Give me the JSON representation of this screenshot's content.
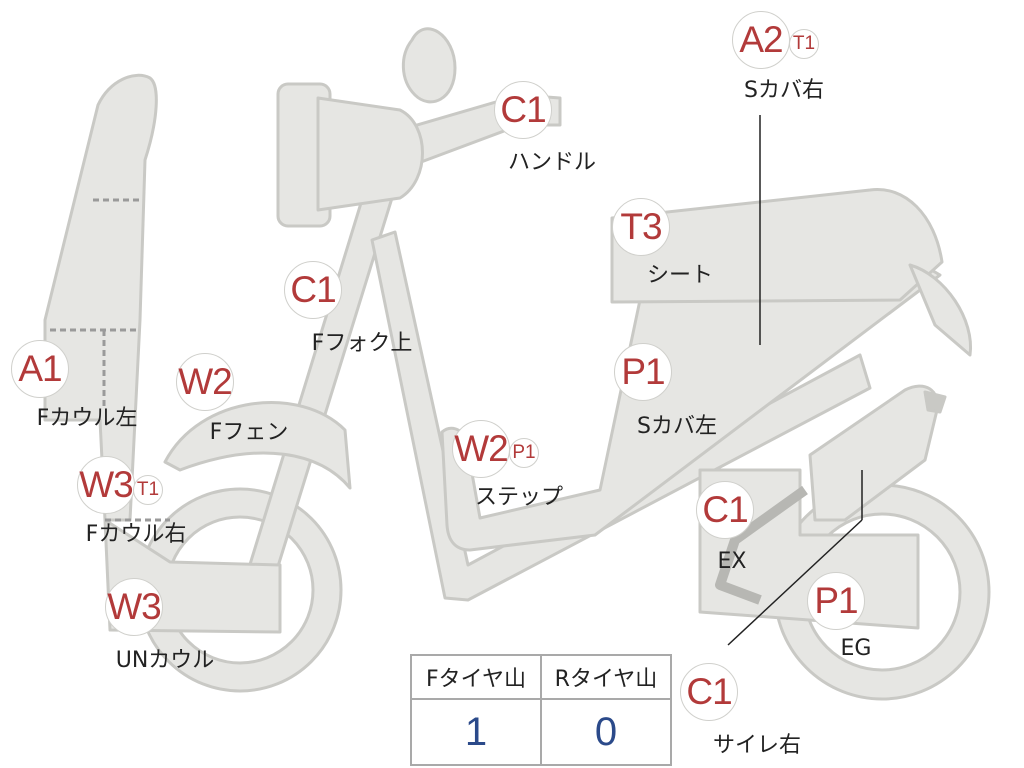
{
  "colors": {
    "fill": "#e6e6e3",
    "outline": "#c9c9c5",
    "code": "#b23a3a",
    "value": "#2b4a8a"
  },
  "parts": [
    {
      "id": "s-cover-right",
      "code": "A2",
      "sub": "T1",
      "label": "Sカバ右"
    },
    {
      "id": "handle",
      "code": "C1",
      "label": "ハンドル"
    },
    {
      "id": "seat",
      "code": "T3",
      "label": "シート"
    },
    {
      "id": "f-fork-upper",
      "code": "C1",
      "label": "Fフォク上"
    },
    {
      "id": "f-cowl-left",
      "code": "A1",
      "label": "Fカウル左"
    },
    {
      "id": "f-fender",
      "code": "W2",
      "label": "Fフェン"
    },
    {
      "id": "s-cover-left",
      "code": "P1",
      "label": "Sカバ左"
    },
    {
      "id": "step",
      "code": "W2",
      "sub": "P1",
      "label": "ステップ"
    },
    {
      "id": "f-cowl-right",
      "code": "W3",
      "sub": "T1",
      "label": "Fカウル右"
    },
    {
      "id": "exhaust",
      "code": "C1",
      "label": "EX"
    },
    {
      "id": "under-cowl",
      "code": "W3",
      "label": "UNカウル"
    },
    {
      "id": "engine",
      "code": "P1",
      "label": "EG"
    },
    {
      "id": "silencer-right",
      "code": "C1",
      "label": "サイレ右"
    }
  ],
  "tires": {
    "front_label": "Fタイヤ山",
    "rear_label": "Rタイヤ山",
    "front_value": "1",
    "rear_value": "0"
  }
}
